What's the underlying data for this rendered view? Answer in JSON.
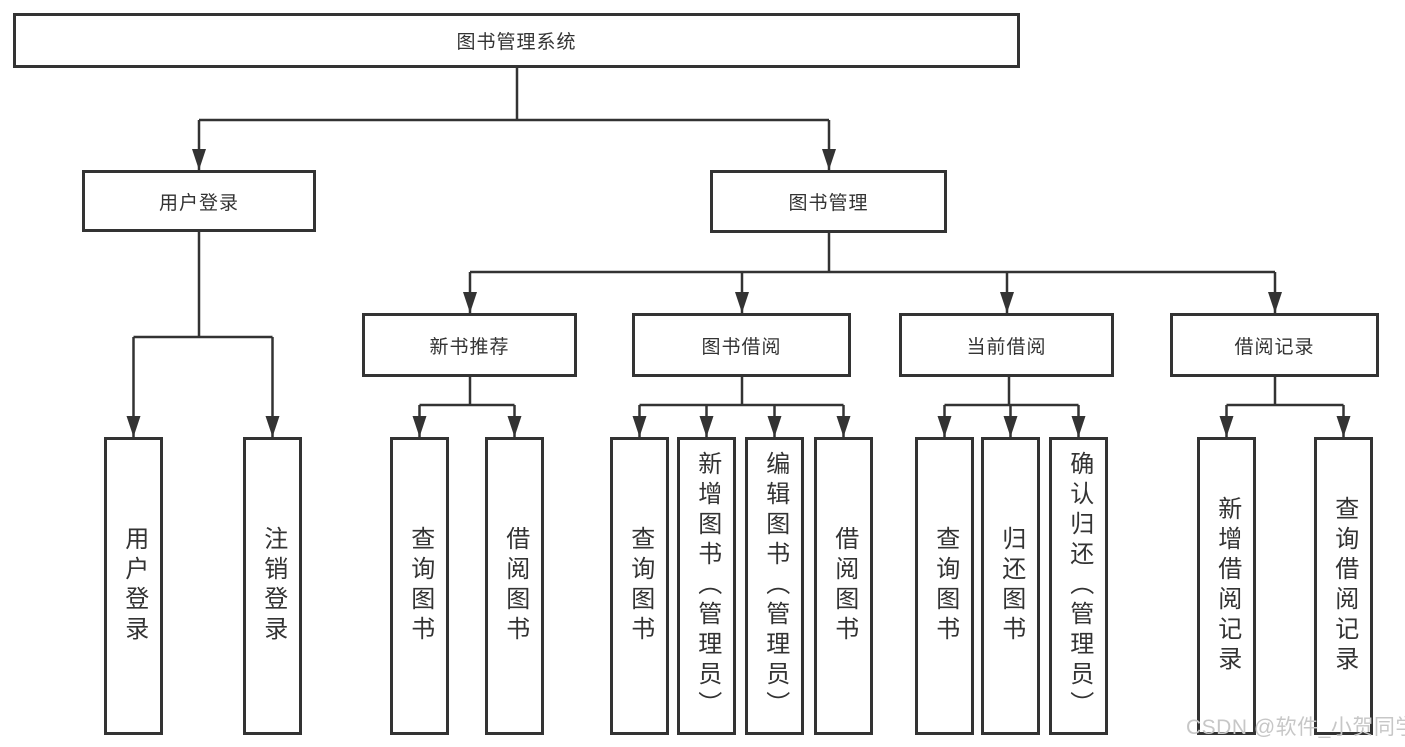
{
  "tree": {
    "label": "图书管理系统",
    "children": [
      {
        "label": "用户登录",
        "children": [
          {
            "label": "用户登录"
          },
          {
            "label": "注销登录"
          }
        ]
      },
      {
        "label": "图书管理",
        "children": [
          {
            "label": "新书推荐",
            "children": [
              {
                "label": "查询图书"
              },
              {
                "label": "借阅图书"
              }
            ]
          },
          {
            "label": "图书借阅",
            "children": [
              {
                "label": "查询图书"
              },
              {
                "label": "新增图书（管理员）"
              },
              {
                "label": "编辑图书（管理员）"
              },
              {
                "label": "借阅图书"
              }
            ]
          },
          {
            "label": "当前借阅",
            "children": [
              {
                "label": "查询图书"
              },
              {
                "label": "归还图书"
              },
              {
                "label": "确认归还（管理员）"
              }
            ]
          },
          {
            "label": "借阅记录",
            "children": [
              {
                "label": "新增借阅记录"
              },
              {
                "label": "查询借阅记录"
              }
            ]
          }
        ]
      }
    ]
  },
  "watermark": {
    "text": "CSDN @软件_小贺同学"
  },
  "colors": {
    "line": "#333333",
    "box_border": "#333333",
    "text": "#333333",
    "background": "#ffffff",
    "watermark": "#c7c7c7"
  }
}
